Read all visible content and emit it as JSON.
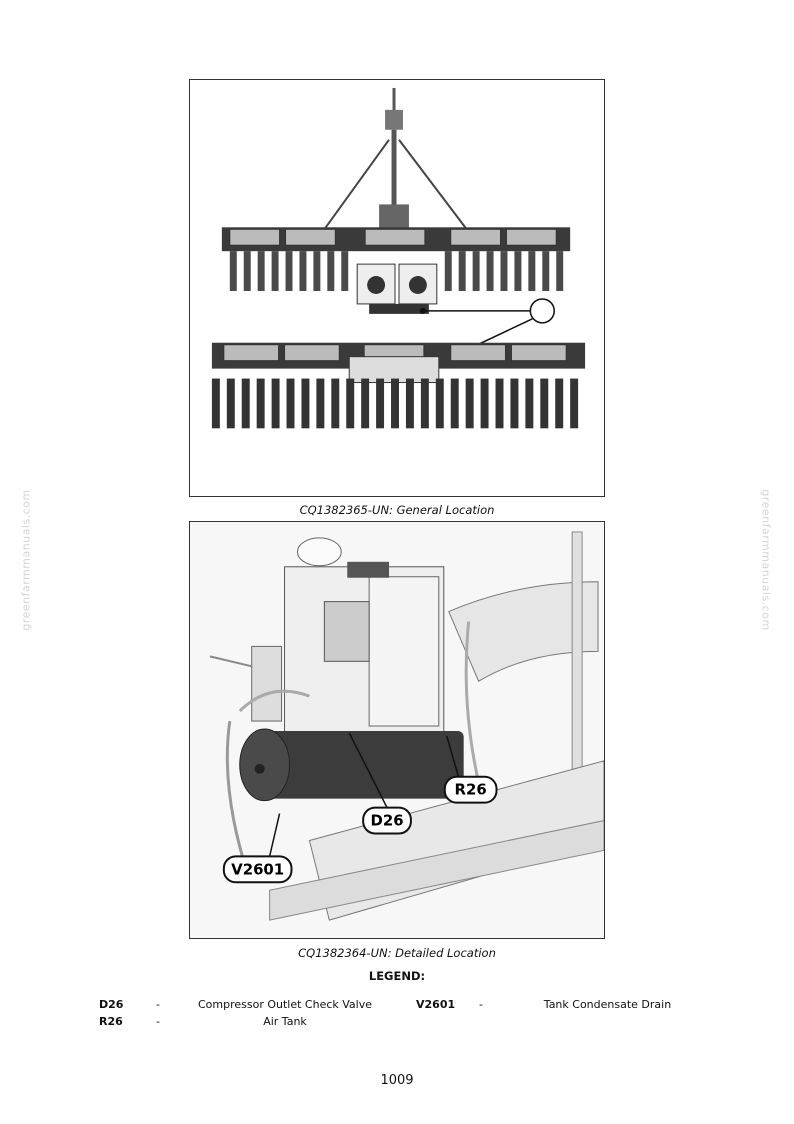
{
  "watermark": "greenfarmmanuals.com",
  "figures": [
    {
      "caption": "CQ1382365-UN: General Location"
    },
    {
      "caption": "CQ1382364-UN: Detailed Location",
      "callouts": [
        "R26",
        "D26",
        "V2601"
      ]
    }
  ],
  "legend": {
    "title": "LEGEND:",
    "items": [
      {
        "code": "D26",
        "dash": "-",
        "description": "Compressor Outlet Check Valve"
      },
      {
        "code": "V2601",
        "dash": "-",
        "description": "Tank Condensate Drain"
      },
      {
        "code": "R26",
        "dash": "-",
        "description": "Air Tank"
      }
    ]
  },
  "page_number": "1009"
}
